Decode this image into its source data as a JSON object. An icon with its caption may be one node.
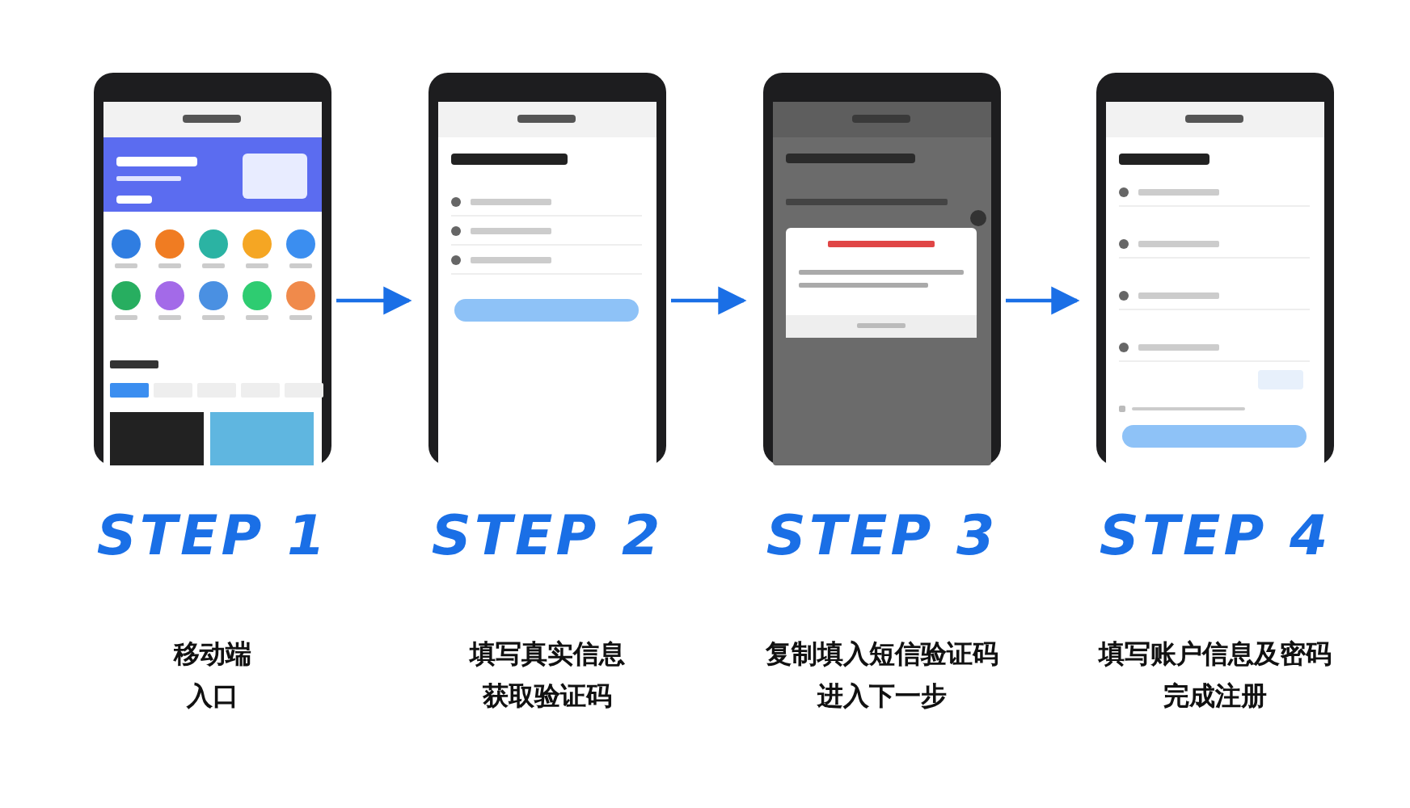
{
  "diagram": {
    "nodes": [
      {
        "text": [],
        "shape": "picture",
        "beside": [
          "STEP 1",
          "移动端入口"
        ]
      },
      {
        "text": [],
        "shape": "picture",
        "beside": [
          "STEP 2",
          "填写真实信息获取验证码"
        ]
      },
      {
        "text": [],
        "shape": "picture",
        "beside": [
          "STEP 3",
          "复制填入短信验证码进入下一步"
        ]
      },
      {
        "text": [],
        "shape": "picture",
        "beside": [
          "STEP 4",
          "填写账户信息及密码完成注册"
        ]
      }
    ],
    "edges": [
      {
        "from": 0,
        "to": 1,
        "arrow": "to"
      },
      {
        "from": 1,
        "to": 2,
        "arrow": "to"
      },
      {
        "from": 2,
        "to": 3,
        "arrow": "to"
      }
    ]
  }
}
